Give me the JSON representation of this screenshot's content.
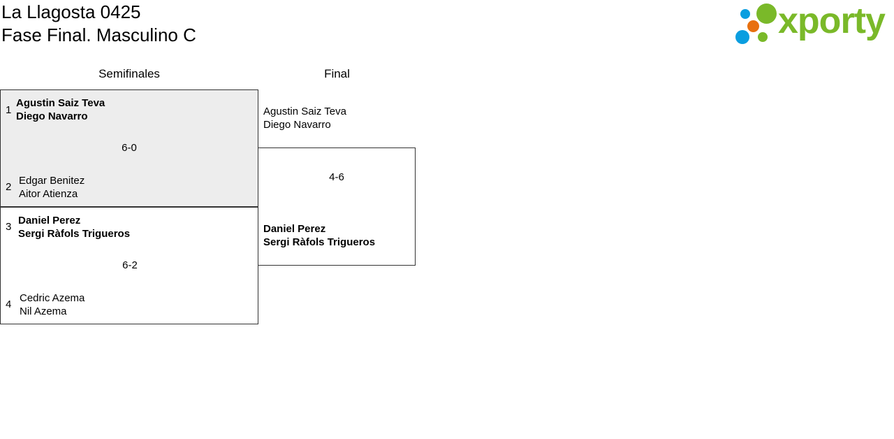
{
  "header": {
    "title": "La Llagosta 0425",
    "subtitle": "Fase Final. Masculino C"
  },
  "logo": {
    "text": "xporty",
    "colors": {
      "green": "#7ab929",
      "blue": "#0a9ee0",
      "orange": "#e8700e"
    }
  },
  "rounds": [
    {
      "label": "Semifinales"
    },
    {
      "label": "Final"
    }
  ],
  "semifinals": [
    {
      "score": "6-0",
      "teams": [
        {
          "seed": "1",
          "p1": "Agustin Saiz Teva",
          "p2": "Diego Navarro",
          "winner": true
        },
        {
          "seed": "2",
          "p1": "Edgar Benitez",
          "p2": "Aitor Atienza",
          "winner": false
        }
      ]
    },
    {
      "score": "6-2",
      "teams": [
        {
          "seed": "3",
          "p1": "Daniel Perez",
          "p2": "Sergi Ràfols Trigueros",
          "winner": true
        },
        {
          "seed": "4",
          "p1": "Cedric Azema",
          "p2": "Nil Azema",
          "winner": false
        }
      ]
    }
  ],
  "final": {
    "score": "4-6",
    "teams": [
      {
        "p1": "Agustin Saiz Teva",
        "p2": "Diego Navarro",
        "winner": false
      },
      {
        "p1": "Daniel Perez",
        "p2": "Sergi Ràfols Trigueros",
        "winner": true
      }
    ]
  }
}
